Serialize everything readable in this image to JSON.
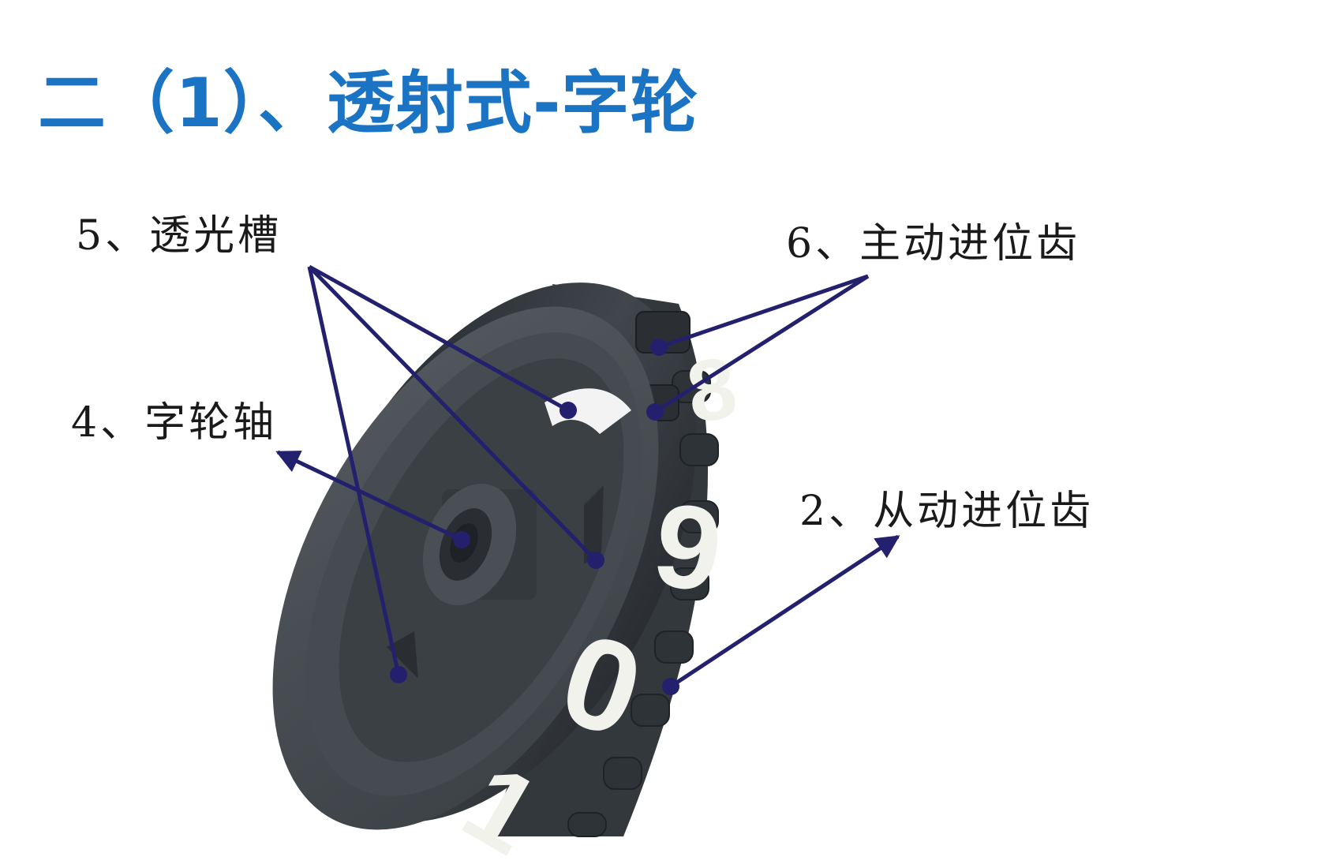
{
  "title": "二（1）、透射式-字轮",
  "labels": {
    "light_slot": "5、透光槽",
    "driving_tooth": "6、主动进位齿",
    "wheel_axle": "4、字轮轴",
    "driven_tooth": "2、从动进位齿"
  },
  "wheel_digits": [
    "8",
    "9",
    "0",
    "1"
  ],
  "colors": {
    "title": "#1b73c3",
    "wheel_dark": "#3b4045",
    "wheel_face": "#4b5056",
    "pointer": "#23206e",
    "digit": "#f2f2ec"
  }
}
